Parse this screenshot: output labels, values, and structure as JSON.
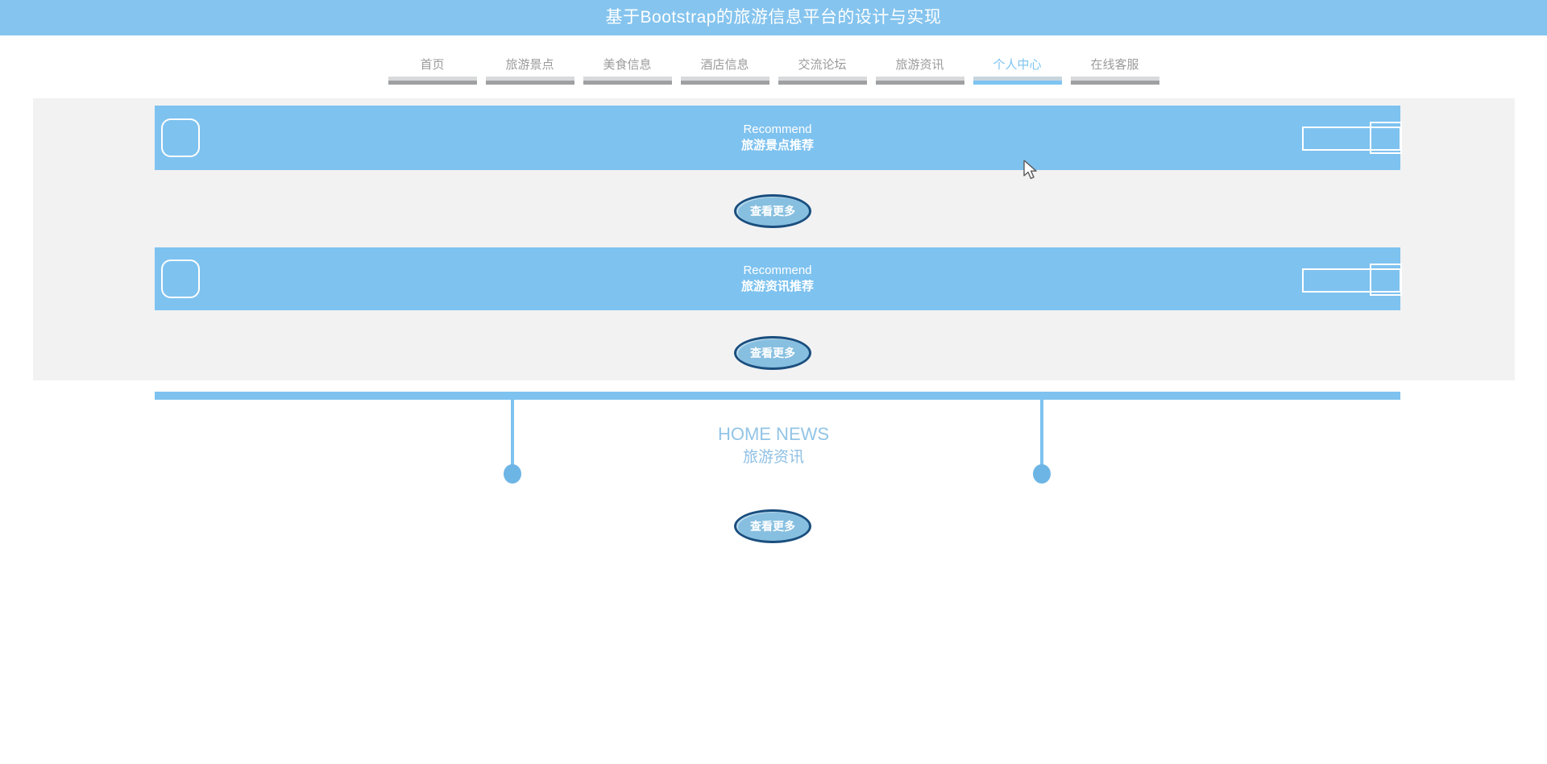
{
  "header": {
    "title": "基于Bootstrap的旅游信息平台的设计与实现"
  },
  "nav": {
    "items": [
      {
        "label": "首页",
        "active": false
      },
      {
        "label": "旅游景点",
        "active": false
      },
      {
        "label": "美食信息",
        "active": false
      },
      {
        "label": "酒店信息",
        "active": false
      },
      {
        "label": "交流论坛",
        "active": false
      },
      {
        "label": "旅游资讯",
        "active": false
      },
      {
        "label": "个人中心",
        "active": true
      },
      {
        "label": "在线客服",
        "active": false
      }
    ]
  },
  "banners": [
    {
      "title_en": "Recommend",
      "title_zh": "旅游景点推荐",
      "more_label": "查看更多"
    },
    {
      "title_en": "Recommend",
      "title_zh": "旅游资讯推荐",
      "more_label": "查看更多"
    }
  ],
  "news": {
    "title_en": "HOME NEWS",
    "title_zh": "旅游资讯",
    "more_label": "查看更多"
  },
  "colors": {
    "header_blue": "#85C4EE",
    "banner_blue": "#7EC2EF",
    "active_nav_blue": "#7EC4F1",
    "nav_text_gray": "#9B9B9B",
    "button_border_navy": "#1A4E7E",
    "button_fill_blue": "#87BFE0",
    "news_text_blue": "#92C4E6",
    "dot_blue": "#6DB5E5",
    "main_background_gray": "#F2F2F3"
  }
}
